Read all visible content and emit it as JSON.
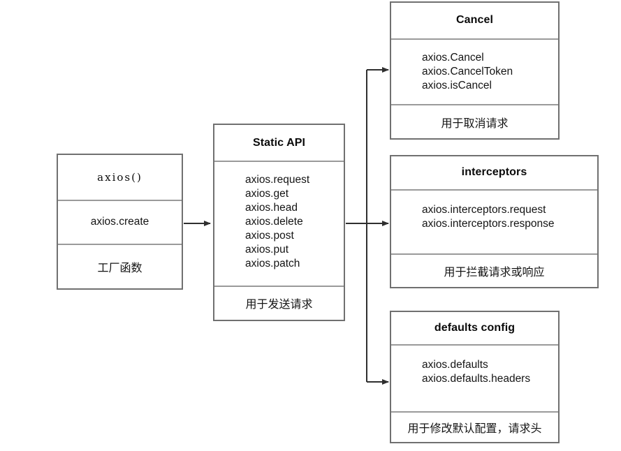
{
  "diagram": {
    "title": "axios architecture overview",
    "line_color": "#3a3a3a",
    "border_color": "#707070",
    "divider_color": "#9a9a9a"
  },
  "nodes": {
    "entry": {
      "header": "axios()",
      "middle": "axios.create",
      "footer": "工厂函数"
    },
    "static_api": {
      "header": "Static API",
      "items": [
        "axios.request",
        "axios.get",
        "axios.head",
        "axios.delete",
        "axios.post",
        "axios.put",
        "axios.patch"
      ],
      "footer": "用于发送请求"
    },
    "cancel": {
      "header": "Cancel",
      "items": [
        "axios.Cancel",
        "axios.CancelToken",
        "axios.isCancel"
      ],
      "footer": "用于取消请求"
    },
    "interceptors": {
      "header": "interceptors",
      "items": [
        "axios.interceptors.request",
        "axios.interceptors.response"
      ],
      "footer": "用于拦截请求或响应"
    },
    "defaults_config": {
      "header": "defaults config",
      "items": [
        "axios.defaults",
        "axios.defaults.headers"
      ],
      "footer": "用于修改默认配置，请求头"
    }
  },
  "connectors": [
    {
      "name": "entry-to-static-api",
      "kind": "arrow-right"
    },
    {
      "name": "static-api-to-cancel",
      "kind": "elbow-arrow-up-right"
    },
    {
      "name": "static-api-to-interceptors",
      "kind": "arrow-right"
    },
    {
      "name": "static-api-to-defaults-config",
      "kind": "elbow-arrow-down-right"
    }
  ]
}
